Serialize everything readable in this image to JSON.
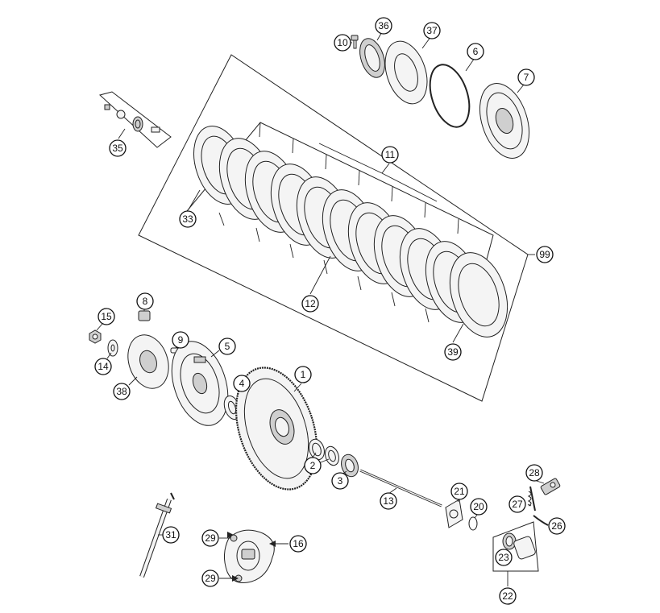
{
  "callouts": {
    "p1": "1",
    "p2": "2",
    "p3": "3",
    "p4": "4",
    "p5": "5",
    "p6": "6",
    "p7": "7",
    "p8": "8",
    "p9": "9",
    "p10": "10",
    "p11": "11",
    "p12": "12",
    "p13": "13",
    "p14": "14",
    "p15": "15",
    "p16": "16",
    "p20": "20",
    "p21": "21",
    "p22": "22",
    "p23": "23",
    "p26": "26",
    "p27": "27",
    "p28": "28",
    "p29a": "29",
    "p29b": "29",
    "p31": "31",
    "p33": "33",
    "p35": "35",
    "p36": "36",
    "p37": "37",
    "p38": "38",
    "p39": "39",
    "p99": "99"
  }
}
